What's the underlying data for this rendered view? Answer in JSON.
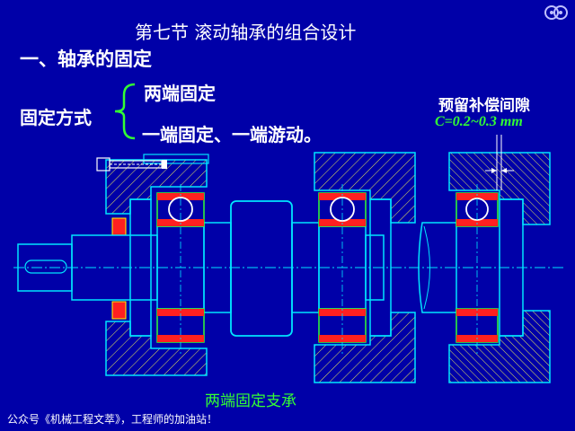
{
  "slide": {
    "section_title": "第七节  滚动轴承的组合设计",
    "subheading": "一、轴承的固定",
    "method_label": "固定方式",
    "method_options": [
      "两端固定",
      "一端固定、一端游动。"
    ],
    "clearance_label": "预留补偿间隙",
    "clearance_value": "C=0.2~0.3 mm",
    "caption": "两端固定支承",
    "footer": "公众号《机械工程文萃》，工程师的加油站！"
  },
  "icons": {
    "nav": "gear-nav-icon"
  },
  "colors": {
    "background": "#0000a8",
    "outline": "#00e5ff",
    "hatch": "#e8e85a",
    "seal": "#ff2020",
    "green_accent": "#33ff33",
    "text": "#ffffff"
  }
}
